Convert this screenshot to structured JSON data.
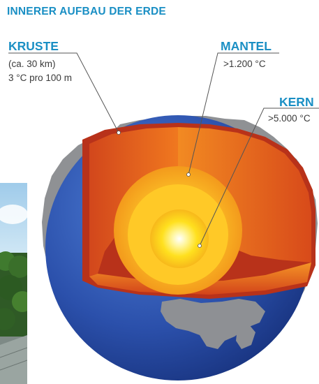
{
  "title": "INNERER AUFBAU DER ERDE",
  "labels": {
    "kruste": {
      "name": "KRUSTE",
      "line1": "(ca. 30 km)",
      "line2": "3 °C pro 100 m"
    },
    "mantel": {
      "name": "MANTEL",
      "value": ">1.200 °C"
    },
    "kern": {
      "name": "KERN",
      "value": ">5.000 °C"
    }
  },
  "colors": {
    "accent": "#1a8fc4",
    "ocean": "#2f59b3",
    "rock": "#8f9194",
    "crust": "#c23b16",
    "mantle": "#f07a1f",
    "outer_core": "#f8b820",
    "inner_core": "#fff27a"
  }
}
